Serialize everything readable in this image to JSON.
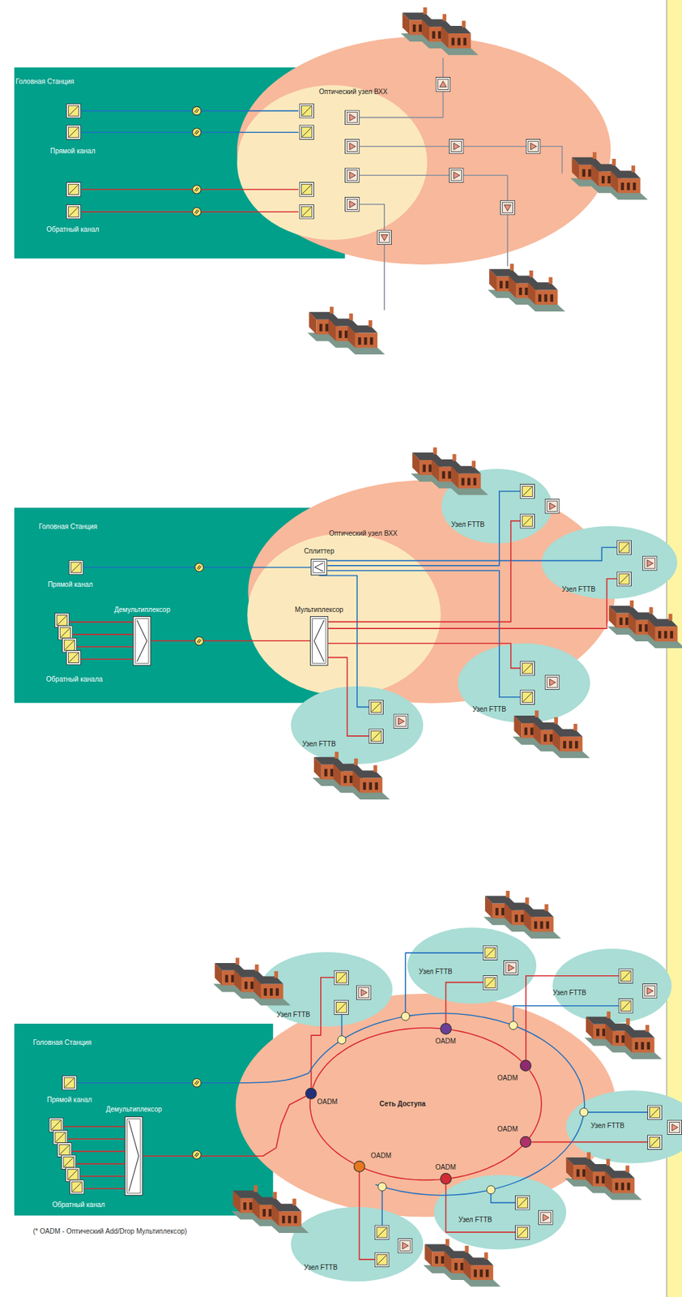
{
  "diagram": {
    "nodes": [
      {
        "text": [
          "Головная Станция"
        ]
      },
      {
        "text": [
          "Оптический узел ВХХ"
        ]
      },
      {
        "text": [
          "Головная Станция"
        ]
      },
      {
        "text": [
          "Демультиплексор"
        ],
        "in": 2
      },
      {
        "text": [
          "Оптический узел ВХХ"
        ]
      },
      {
        "text": [
          "Сплиттер"
        ],
        "in": 4
      },
      {
        "text": [
          "Мультиплексор"
        ],
        "in": 4
      },
      {
        "text": [
          "Узел FTTB"
        ]
      },
      {
        "text": [
          "Узел FTTB"
        ]
      },
      {
        "text": [
          "Узел FTTB"
        ]
      },
      {
        "text": [
          "Узел FTTB"
        ]
      },
      {
        "text": [
          "Головная Станция"
        ]
      },
      {
        "text": [
          "Демультиплексор"
        ],
        "in": 11
      },
      {
        "text": [
          "Сеть Доступа"
        ]
      },
      {
        "text": [
          "OADM"
        ],
        "in": 13
      },
      {
        "text": [
          "OADM"
        ],
        "in": 13
      },
      {
        "text": [
          "OADM"
        ],
        "in": 13
      },
      {
        "text": [
          "OADM"
        ],
        "in": 13
      },
      {
        "text": [
          "OADM"
        ],
        "in": 13
      },
      {
        "text": [
          "OADM"
        ],
        "in": 13
      },
      {
        "text": [
          "Узел FTTB"
        ]
      },
      {
        "text": [
          "Узел FTTB"
        ]
      },
      {
        "text": [
          "Узел FTTB"
        ]
      },
      {
        "text": [
          "Узел FTTB"
        ]
      },
      {
        "text": [
          "Узел FTTB"
        ]
      },
      {
        "text": [
          "Узел FTTB"
        ]
      }
    ],
    "edges": [
      {
        "from": 3,
        "to": 6,
        "arrow": "none"
      },
      {
        "from": 5,
        "to": 7,
        "arrow": "none"
      },
      {
        "from": 5,
        "to": 8,
        "arrow": "none"
      },
      {
        "from": 5,
        "to": 9,
        "arrow": "none"
      },
      {
        "from": 5,
        "to": 10,
        "arrow": "none"
      },
      {
        "from": 6,
        "to": 7,
        "arrow": "none"
      },
      {
        "from": 6,
        "to": 8,
        "arrow": "none"
      },
      {
        "from": 6,
        "to": 9,
        "arrow": "none"
      },
      {
        "from": 6,
        "to": 10,
        "arrow": "none"
      },
      {
        "from": 12,
        "to": 14,
        "arrow": "none"
      },
      {
        "from": 14,
        "to": 15,
        "arrow": "none"
      },
      {
        "from": 15,
        "to": 16,
        "arrow": "none"
      },
      {
        "from": 16,
        "to": 17,
        "arrow": "none"
      },
      {
        "from": 17,
        "to": 18,
        "arrow": "none"
      },
      {
        "from": 18,
        "to": 19,
        "arrow": "none"
      },
      {
        "from": 19,
        "to": 14,
        "arrow": "none"
      },
      {
        "from": 14,
        "to": 20,
        "arrow": "none"
      },
      {
        "from": 15,
        "to": 21,
        "arrow": "none"
      },
      {
        "from": 16,
        "to": 22,
        "arrow": "none"
      },
      {
        "from": 17,
        "to": 23,
        "arrow": "none"
      },
      {
        "from": 18,
        "to": 24,
        "arrow": "none"
      },
      {
        "from": 19,
        "to": 25,
        "arrow": "none"
      }
    ],
    "labels": [
      "Прямой канал",
      "Обратный канал",
      "Прямой канал",
      "Обратный канала",
      "Прямой канал",
      "Обратный канал",
      "(* OADM - Оптический Add/Drop Мультиплексор)"
    ]
  }
}
